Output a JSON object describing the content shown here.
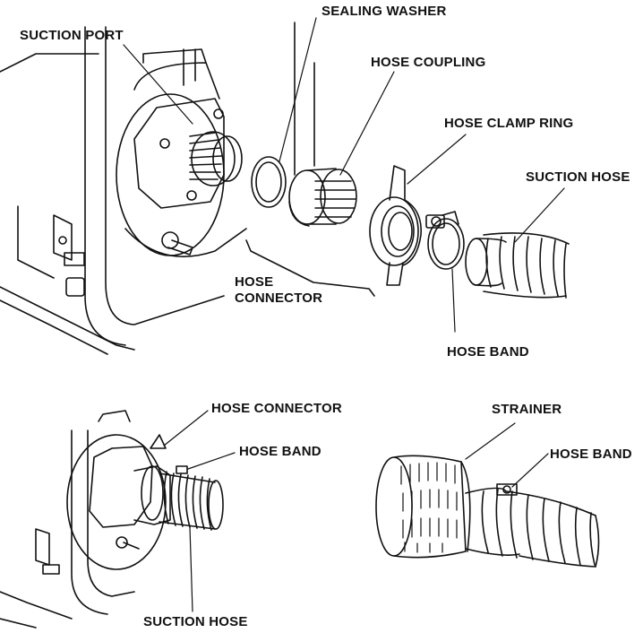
{
  "labels": {
    "suction_port": "SUCTION PORT",
    "sealing_washer": "SEALING WASHER",
    "hose_coupling": "HOSE COUPLING",
    "hose_clamp_ring": "HOSE CLAMP RING",
    "suction_hose_top": "SUCTION HOSE",
    "hose_connector_line1": "HOSE",
    "hose_connector_line2": "CONNECTOR",
    "hose_band_top": "HOSE BAND",
    "hose_connector_bl": "HOSE CONNECTOR",
    "hose_band_bl": "HOSE BAND",
    "suction_hose_bl": "SUCTION HOSE",
    "strainer": "STRAINER",
    "hose_band_br": "HOSE BAND"
  },
  "colors": {
    "ink": "#111111",
    "paper": "#ffffff"
  }
}
